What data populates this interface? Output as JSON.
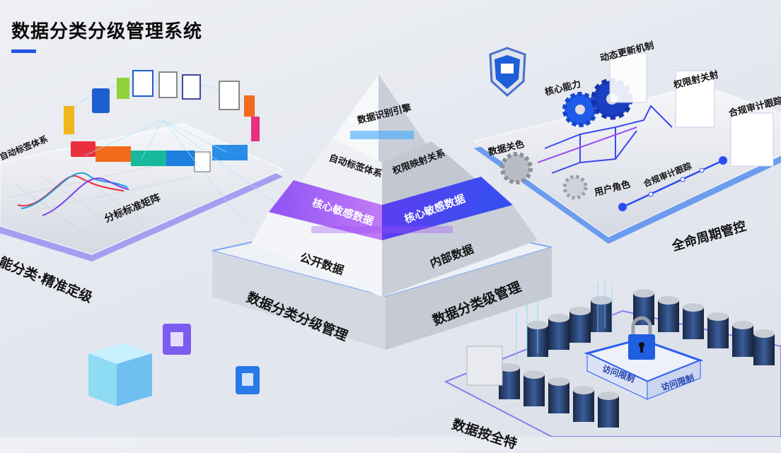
{
  "title": "数据分类分级管理系统",
  "left_panel": {
    "label_tag_system": "自动标签体系",
    "label_standard_matrix": "分标标准矩阵",
    "label_smart_classify": "能分类·精准定级"
  },
  "pyramid": {
    "tier1": "数据识别引擎",
    "tier2_left": "自动标签体系",
    "tier2_right": "权限映射关系",
    "tier3_left": "核心敏感数据",
    "tier3_right": "核心敏感数据",
    "tier4_left": "公开数据",
    "tier4_right": "内部数据",
    "base_left": "数据分类分级管理",
    "base_right": "数据分类级管理"
  },
  "right_panel": {
    "dynamic_update": "动态更新机制",
    "core_capability": "核心能力",
    "permission_mapping": "权限射关射",
    "compliance_audit_card": "合规审计跟踪",
    "data_relation": "数据关色",
    "user_role": "用户角色",
    "compliance_audit_timeline": "合规审计跟踪",
    "lifecycle": "全命周期管控"
  },
  "security_panel": {
    "access_left": "访问限制",
    "access_right": "访问限制",
    "data_security": "数据按全特"
  },
  "colors": {
    "accent": "#2356e0",
    "purple": "#7b3ff0",
    "ring": [
      "#e8303f",
      "#f26a1b",
      "#18b89a",
      "#1d7fe0",
      "#f0b71a",
      "#2cc36b"
    ]
  }
}
